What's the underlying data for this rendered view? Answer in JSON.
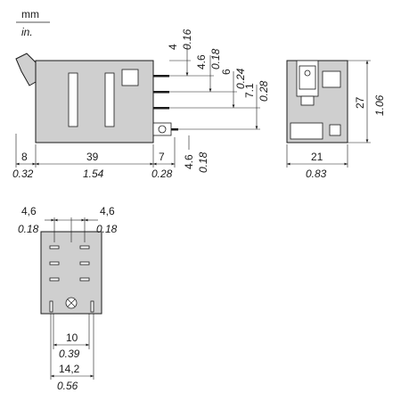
{
  "units": {
    "primary": "mm",
    "secondary": "in."
  },
  "side_view": {
    "top_dims": [
      {
        "mm": "4",
        "in": "0.16"
      },
      {
        "mm": "4.6",
        "in": "0.18"
      },
      {
        "mm": "6",
        "in": "0.24"
      },
      {
        "mm": "7.1",
        "in": "0.28"
      }
    ],
    "bottom_dims": [
      {
        "mm": "8",
        "in": "0.32"
      },
      {
        "mm": "39",
        "in": "1.54"
      },
      {
        "mm": "7",
        "in": "0.28"
      }
    ],
    "pin_dim": {
      "mm": "4.6",
      "in": "0.18"
    }
  },
  "end_view": {
    "height": {
      "mm": "27",
      "in": "1.06"
    },
    "width": {
      "mm": "21",
      "in": "0.83"
    }
  },
  "bottom_view": {
    "top_left": {
      "mm": "4,6",
      "in": "0.18"
    },
    "top_right": {
      "mm": "4,6",
      "in": "0.18"
    },
    "pitch": {
      "mm": "10",
      "in": "0.39"
    },
    "overall": {
      "mm": "14,2",
      "in": "0.56"
    }
  }
}
